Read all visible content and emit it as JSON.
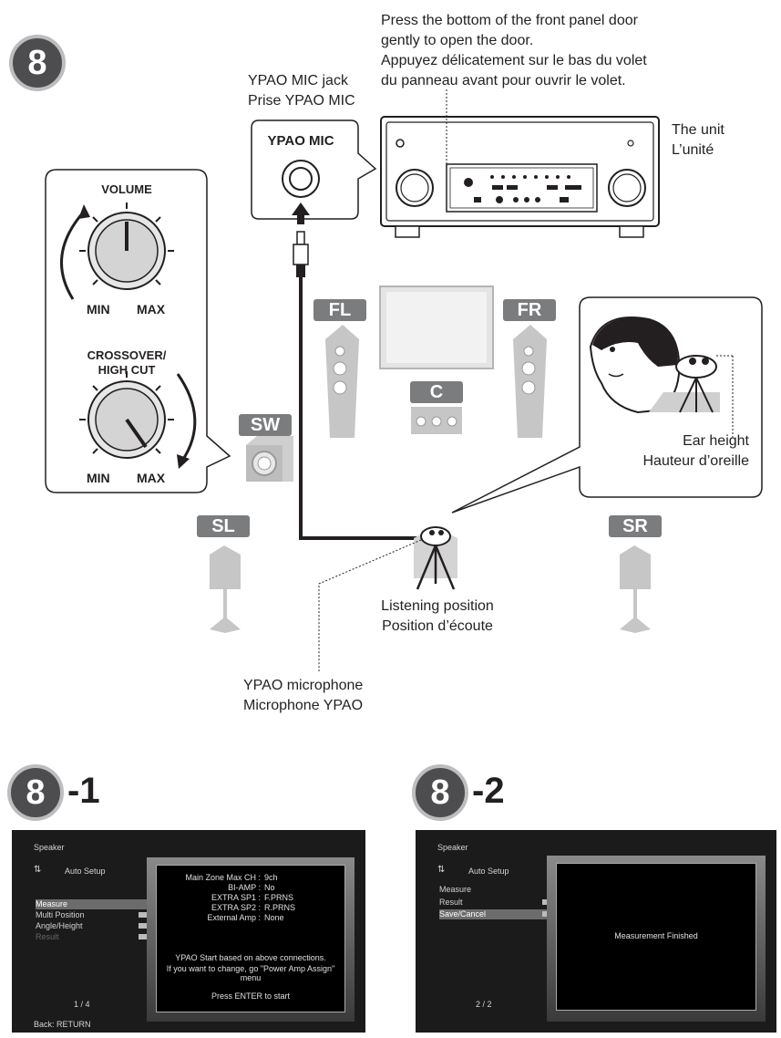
{
  "step_main": {
    "number": "8"
  },
  "front_panel_note": {
    "en_line1": "Press the bottom of the front panel door",
    "en_line2": "gently to open the door.",
    "fr_line1": "Appuyez délicatement sur le bas du volet",
    "fr_line2": "du panneau avant pour ouvrir le volet."
  },
  "mic_jack": {
    "en": "YPAO MIC jack",
    "fr": "Prise YPAO MIC",
    "panel_label": "YPAO MIC"
  },
  "unit": {
    "en": "The unit",
    "fr": "L’unité"
  },
  "subwoofer_knobs": {
    "volume_title": "VOLUME",
    "crossover_title_line1": "CROSSOVER/",
    "crossover_title_line2": "HIGH CUT",
    "min": "MIN",
    "max": "MAX"
  },
  "speakers": {
    "fl": "FL",
    "fr": "FR",
    "c": "C",
    "sw": "SW",
    "sl": "SL",
    "sr": "SR"
  },
  "ear_height": {
    "en": "Ear height",
    "fr": "Hauteur d’oreille"
  },
  "listening_position": {
    "en": "Listening position",
    "fr": "Position d’écoute"
  },
  "ypao_microphone": {
    "en": "YPAO microphone",
    "fr": "Microphone YPAO"
  },
  "step_8_1": {
    "number": "8",
    "suffix": "-1",
    "screen": {
      "header": "Speaker",
      "mode": "Auto Setup",
      "menu": [
        {
          "label": "Measure",
          "selected": true,
          "folder": false,
          "dim": false
        },
        {
          "label": "Multi Position",
          "selected": false,
          "folder": true,
          "dim": false
        },
        {
          "label": "Angle/Height",
          "selected": false,
          "folder": true,
          "dim": false
        },
        {
          "label": "Result",
          "selected": false,
          "folder": true,
          "dim": true
        }
      ],
      "page": "1 / 4",
      "back": "Back: RETURN",
      "settings": [
        {
          "key": "Main Zone Max CH :",
          "value": "9ch"
        },
        {
          "key": "BI-AMP :",
          "value": "No"
        },
        {
          "key": "EXTRA SP1 :",
          "value": "F.PRNS"
        },
        {
          "key": "EXTRA SP2 :",
          "value": "R.PRNS"
        },
        {
          "key": "External Amp :",
          "value": "None"
        }
      ],
      "message_line1": "YPAO Start based on above connections.",
      "message_line2": "If you want to change, go \"Power Amp Assign\"",
      "message_line3": "menu",
      "prompt": "Press ENTER to start"
    }
  },
  "step_8_2": {
    "number": "8",
    "suffix": "-2",
    "screen": {
      "header": "Speaker",
      "mode": "Auto Setup",
      "menu": [
        {
          "label": "Measure",
          "selected": false,
          "folder": false,
          "dim": false
        },
        {
          "label": "Result",
          "selected": false,
          "folder": true,
          "dim": false
        },
        {
          "label": "Save/Cancel",
          "selected": true,
          "folder": true,
          "dim": false
        }
      ],
      "page": "2 / 2",
      "message": "Measurement Finished"
    }
  }
}
